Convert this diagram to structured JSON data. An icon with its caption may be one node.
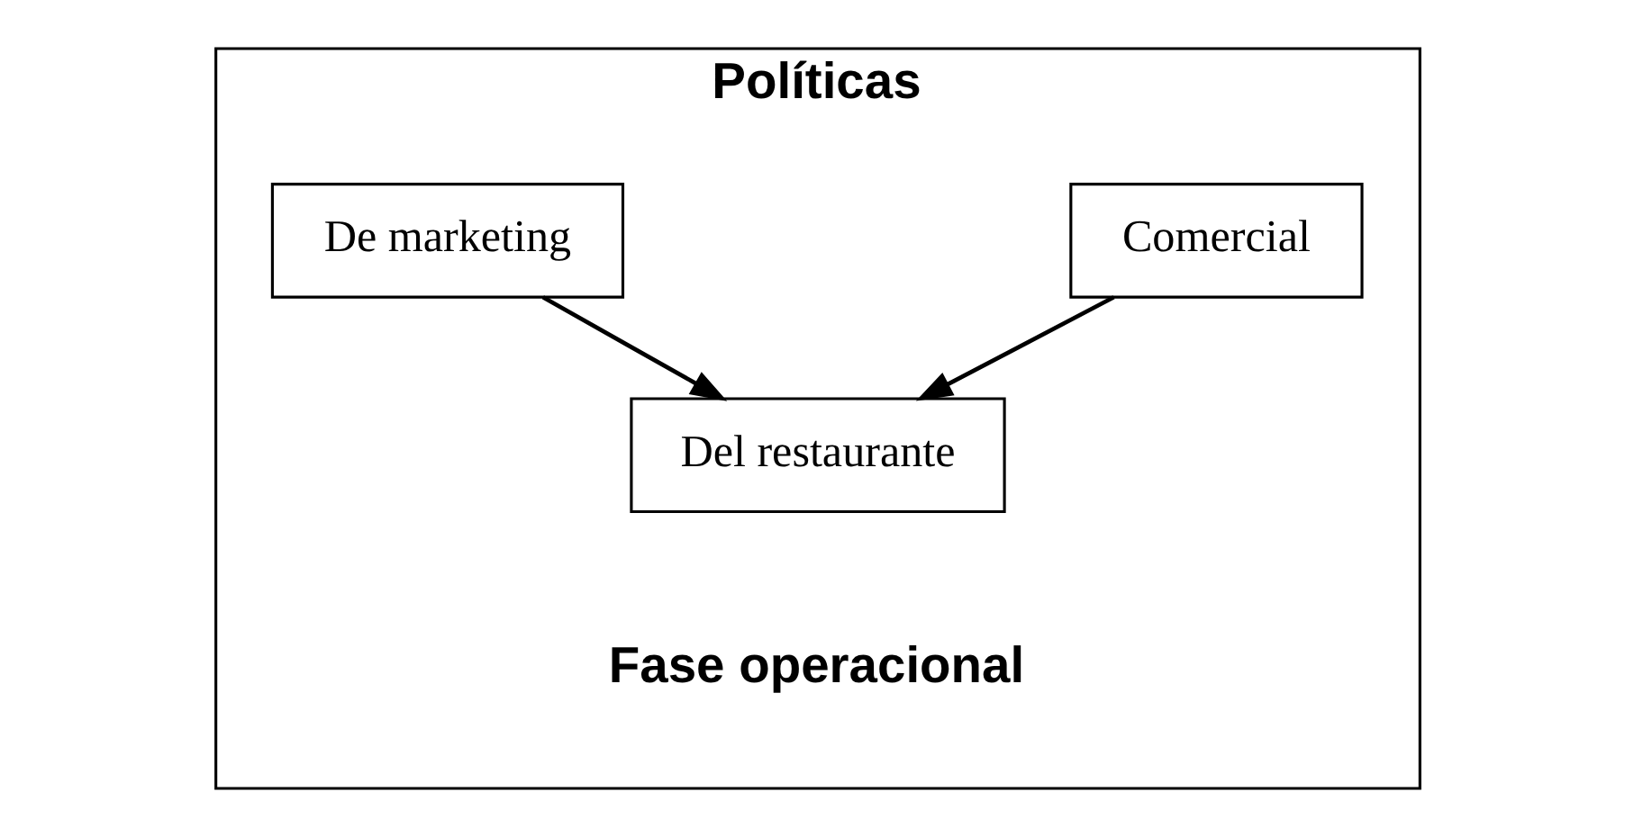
{
  "diagram": {
    "nodes": [
      {
        "text": [
          "Políticas",
          "Fase operacional"
        ]
      },
      {
        "text": [
          "Comercial"
        ],
        "in": 0
      },
      {
        "text": [
          "De marketing"
        ],
        "in": 0
      },
      {
        "text": [
          "Del restaurante"
        ],
        "in": 0
      }
    ],
    "edges": [
      {
        "from": 1,
        "to": 3,
        "arrow": "to"
      },
      {
        "from": 2,
        "to": 3,
        "arrow": "to"
      }
    ]
  }
}
